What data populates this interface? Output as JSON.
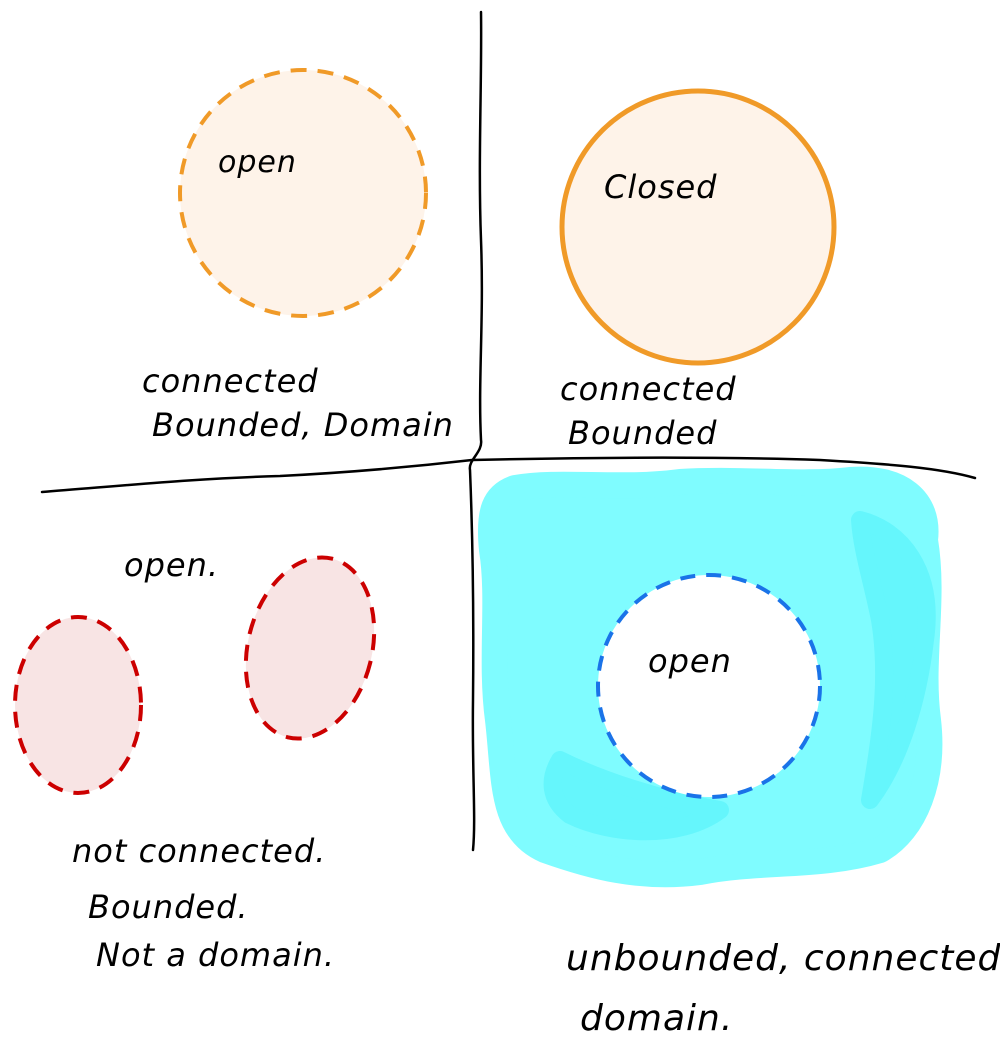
{
  "colors": {
    "background": "#ffffff",
    "axis_lines": "#000000",
    "orange_stroke": "#f09a28",
    "orange_fill": "#fef3e9",
    "red_stroke": "#cc0000",
    "red_fill": "#f8e4e4",
    "blue_stroke": "#1a73e8",
    "cyan_fill": "#7ffcff",
    "cyan_dark": "#5ff5fc",
    "text": "#000000"
  },
  "quadrants": {
    "top_left": {
      "region_label": "open",
      "caption_line_1": "connected",
      "caption_line_2": "Bounded, Domain"
    },
    "top_right": {
      "region_label": "Closed",
      "caption_line_1": "connected",
      "caption_line_2": "Bounded"
    },
    "bottom_left": {
      "region_label": "open.",
      "caption_line_1": "not connected.",
      "caption_line_2": "Bounded.",
      "caption_line_3": "Not a domain."
    },
    "bottom_right": {
      "region_label": "open",
      "caption_line_1": "unbounded, connected",
      "caption_line_2": "domain."
    }
  }
}
